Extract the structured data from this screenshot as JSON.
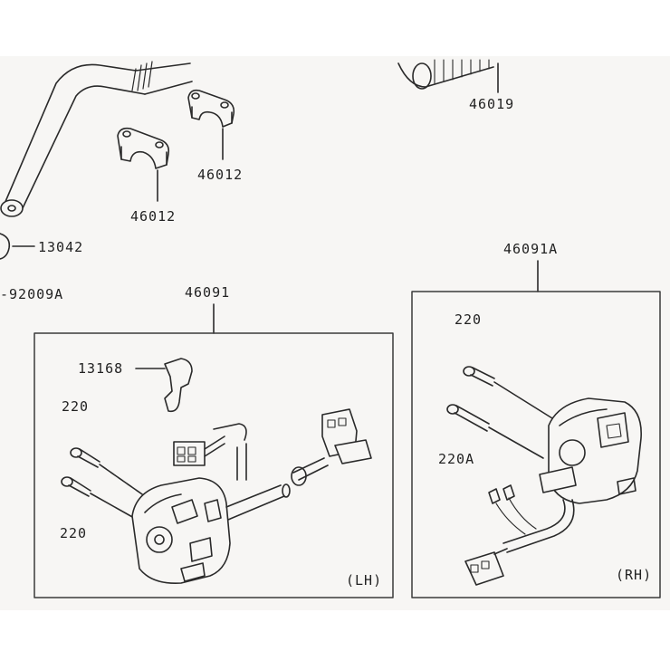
{
  "colors": {
    "paper": "#f7f6f4",
    "ink": "#2a2a2a",
    "frame": "#3a3a3a"
  },
  "labels": {
    "p46019": "46019",
    "p46012_upper": "46012",
    "p46012_lower": "46012",
    "p13042": "13042",
    "p92009a": "-92009A",
    "p46091": "46091",
    "p46091a": "46091A",
    "p13168": "13168",
    "lh_220_top": "220",
    "lh_220_bottom": "220",
    "rh_220": "220",
    "rh_220a": "220A",
    "lh_tag": "(LH)",
    "rh_tag": "(RH)"
  }
}
